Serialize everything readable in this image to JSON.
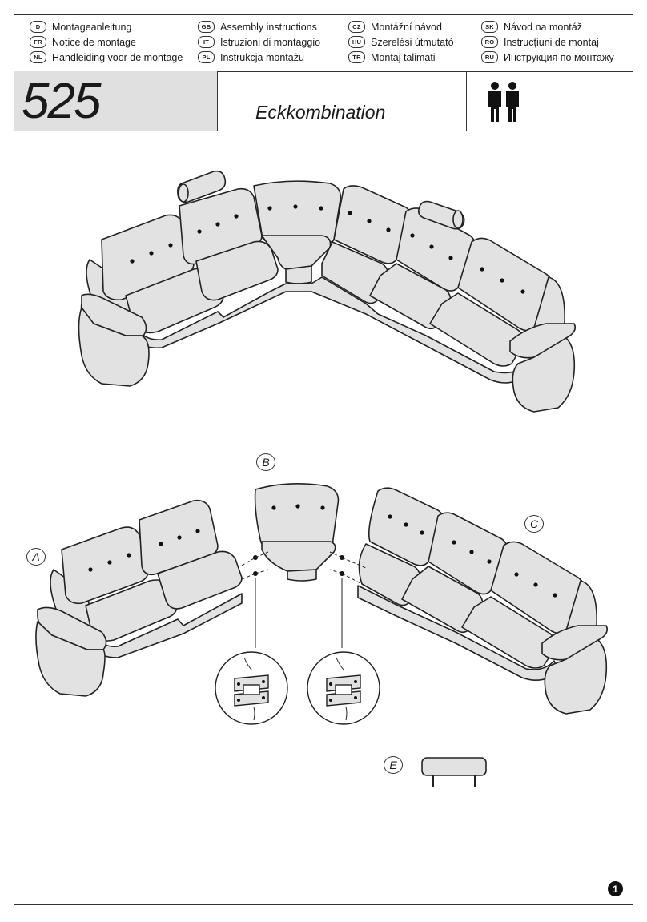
{
  "languages": [
    {
      "code": "D",
      "text": "Montageanleitung"
    },
    {
      "code": "GB",
      "text": "Assembly instructions"
    },
    {
      "code": "CZ",
      "text": "Montážní návod"
    },
    {
      "code": "SK",
      "text": "Návod na montáž"
    },
    {
      "code": "FR",
      "text": "Notice de montage"
    },
    {
      "code": "IT",
      "text": "Istruzioni di montaggio"
    },
    {
      "code": "HU",
      "text": "Szerelési útmutató"
    },
    {
      "code": "RO",
      "text": "Instrucțiuni de montaj"
    },
    {
      "code": "NL",
      "text": "Handleiding voor de montage"
    },
    {
      "code": "PL",
      "text": "Instrukcja montażu"
    },
    {
      "code": "TR",
      "text": "Montaj talimati"
    },
    {
      "code": "RU",
      "text": "Инструкция по монтажу"
    }
  ],
  "model": {
    "number": "525",
    "name": "Eckkombination",
    "persons_required": 2
  },
  "parts": {
    "a": "A",
    "b": "B",
    "c": "C",
    "e": "E"
  },
  "page_number": "1",
  "colors": {
    "fill": "#e2e2e2",
    "line": "#222222",
    "header_gray": "#e0e0e0"
  }
}
